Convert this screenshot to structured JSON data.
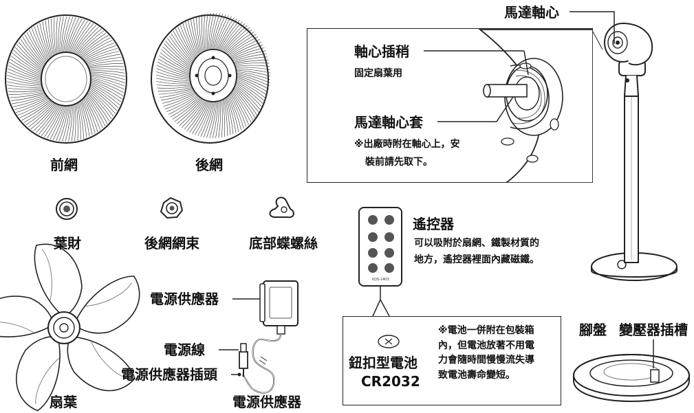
{
  "parts": {
    "front_grille": "前網",
    "rear_grille": "後網",
    "blade_nut": "葉財",
    "rear_grille_clamp": "後網網束",
    "bottom_wing_screw": "底部蝶螺絲",
    "fan_blade": "扇葉",
    "motor_shaft": "馬達軸心",
    "base": "腳盤",
    "adapter_socket": "變壓器插槽"
  },
  "shaft_detail": {
    "pin_title": "軸心插稍",
    "pin_desc": "固定扇葉用",
    "sleeve_title": "馬達軸心套",
    "sleeve_note_lines": [
      "※出廠時附在軸心上，安",
      "裝前請先取下。"
    ]
  },
  "remote": {
    "title": "遙控器",
    "desc_lines": [
      "可以吸附於扇網、鐵製材質的",
      "地方，遙控器裡面內藏磁鐵。"
    ],
    "model_text": "XQS-1403"
  },
  "battery": {
    "name": "鈕扣型電池",
    "model": "CR2032",
    "note_lines": [
      "※電池一併附在包裝箱",
      "內，但電池放著不用電",
      "力會隨時間慢慢流失導",
      "致電池壽命變短。"
    ]
  },
  "power": {
    "adapter": "電源供應器",
    "cord": "電源線",
    "plug": "電源供應器插頭",
    "caption": "電源供應器"
  }
}
